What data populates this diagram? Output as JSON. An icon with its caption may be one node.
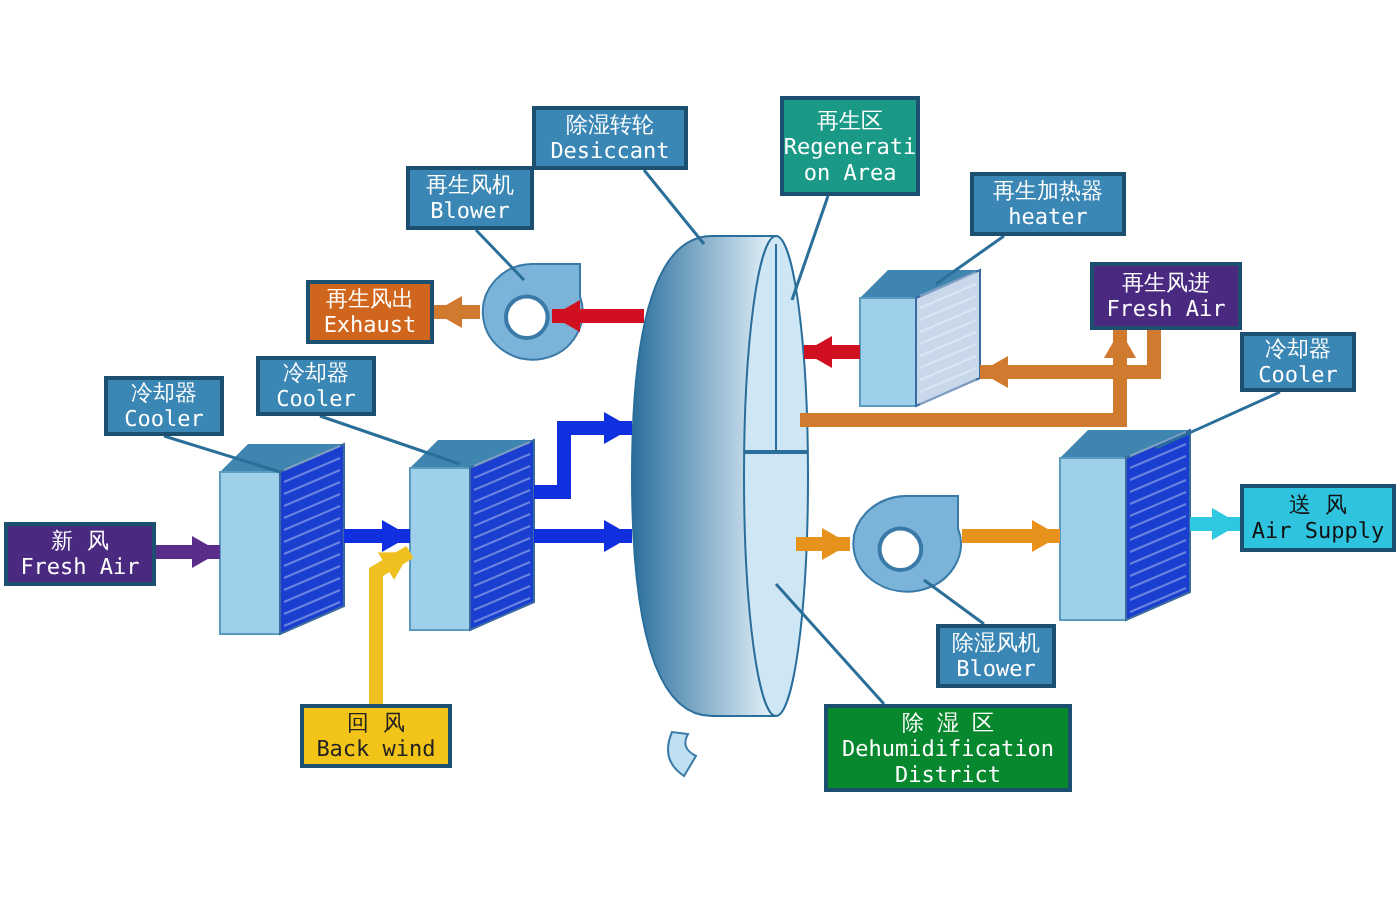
{
  "diagram": {
    "nodes": [
      {
        "text": [
          "新 风",
          "Fresh Air"
        ]
      },
      {
        "text": [
          "冷却器",
          "Cooler"
        ]
      },
      {
        "text": [],
        "shape": "box"
      },
      {
        "text": [
          "冷却器",
          "Cooler"
        ]
      },
      {
        "text": [],
        "shape": "box"
      },
      {
        "text": [
          "回 风",
          "Back wind"
        ]
      },
      {
        "text": [],
        "shape": "cylinder"
      },
      {
        "text": [
          "除湿转轮",
          "Desiccant"
        ]
      },
      {
        "text": [
          "再生区",
          "Regenerati on Area"
        ]
      },
      {
        "text": [
          "再生风机",
          "Blower"
        ]
      },
      {
        "text": [],
        "shape": "picture"
      },
      {
        "text": [
          "再生风出",
          "Exhaust"
        ]
      },
      {
        "text": [
          "再生加热器",
          "heater"
        ]
      },
      {
        "text": [],
        "shape": "box"
      },
      {
        "text": [
          "再生风进",
          "Fresh Air"
        ]
      },
      {
        "text": [
          "冷却器",
          "Cooler"
        ]
      },
      {
        "text": [],
        "shape": "box"
      },
      {
        "text": [
          "送 风",
          "Air Supply"
        ]
      },
      {
        "text": [
          "除湿风机",
          "Blower"
        ]
      },
      {
        "text": [],
        "shape": "picture"
      },
      {
        "text": [
          "除 湿 区",
          "Dehumidification District"
        ]
      }
    ],
    "edges": [
      {
        "from": 0,
        "to": 2,
        "arrow": "to",
        "color": "#5a2d8c"
      },
      {
        "from": 2,
        "to": 4,
        "arrow": "to",
        "color": "#1030e0"
      },
      {
        "from": 5,
        "to": 4,
        "arrow": "to",
        "color": "#f0c020"
      },
      {
        "from": 4,
        "to": 6,
        "arrow": "to",
        "color": "#1030e0"
      },
      {
        "from": 4,
        "to": 6,
        "arrow": "to",
        "color": "#1030e0"
      },
      {
        "from": 6,
        "to": 10,
        "arrow": "to",
        "color": "#d01020"
      },
      {
        "from": 10,
        "to": 11,
        "arrow": "to",
        "color": "#d07a30"
      },
      {
        "from": 13,
        "to": 6,
        "arrow": "to",
        "color": "#d01020"
      },
      {
        "from": 6,
        "to": 14,
        "arrow": "to",
        "color": "#d07a30"
      },
      {
        "from": 14,
        "to": 13,
        "arrow": "to",
        "color": "#d07a30"
      },
      {
        "from": 6,
        "to": 19,
        "arrow": "to",
        "color": "#e8921e"
      },
      {
        "from": 19,
        "to": 16,
        "arrow": "to",
        "color": "#e8921e"
      },
      {
        "from": 16,
        "to": 17,
        "arrow": "to",
        "color": "#30c8e0"
      },
      {
        "from": 1,
        "to": 2,
        "arrow": "none"
      },
      {
        "from": 3,
        "to": 4,
        "arrow": "none"
      },
      {
        "from": 7,
        "to": 6,
        "arrow": "none"
      },
      {
        "from": 8,
        "to": 6,
        "arrow": "none"
      },
      {
        "from": 9,
        "to": 10,
        "arrow": "none"
      },
      {
        "from": 12,
        "to": 13,
        "arrow": "none"
      },
      {
        "from": 15,
        "to": 16,
        "arrow": "none"
      },
      {
        "from": 18,
        "to": 19,
        "arrow": "none"
      },
      {
        "from": 20,
        "to": 6,
        "arrow": "none"
      }
    ]
  }
}
